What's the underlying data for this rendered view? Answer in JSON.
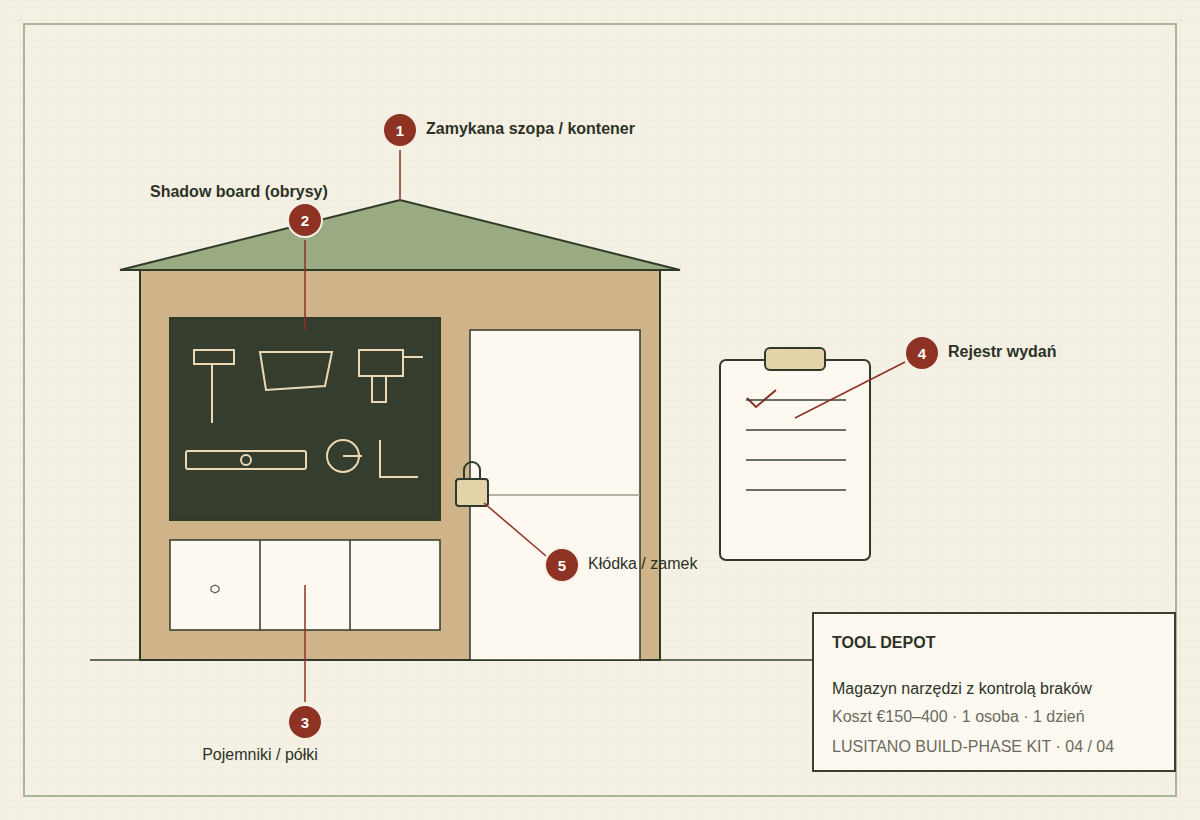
{
  "diagram": {
    "nodes": [
      {
        "text": [
          "1",
          "Zamykana szopa / kontener"
        ]
      },
      {
        "text": [
          "2",
          "Shadow board (obrysy)"
        ]
      },
      {
        "text": [
          "4",
          "Rejestr wydań"
        ]
      },
      {
        "text": [
          "5",
          "Kłódka / zamek"
        ]
      },
      {
        "text": [
          "3",
          "Pojemniki / półki"
        ]
      },
      {
        "text": [
          "TOOL DEPOT",
          "Magazyn narzędzi z kontrolą braków",
          "Koszt €150–400 · 1 osoba · 1 dzień",
          "LUSITANO BUILD-PHASE KIT · 04 / 04"
        ]
      }
    ]
  }
}
